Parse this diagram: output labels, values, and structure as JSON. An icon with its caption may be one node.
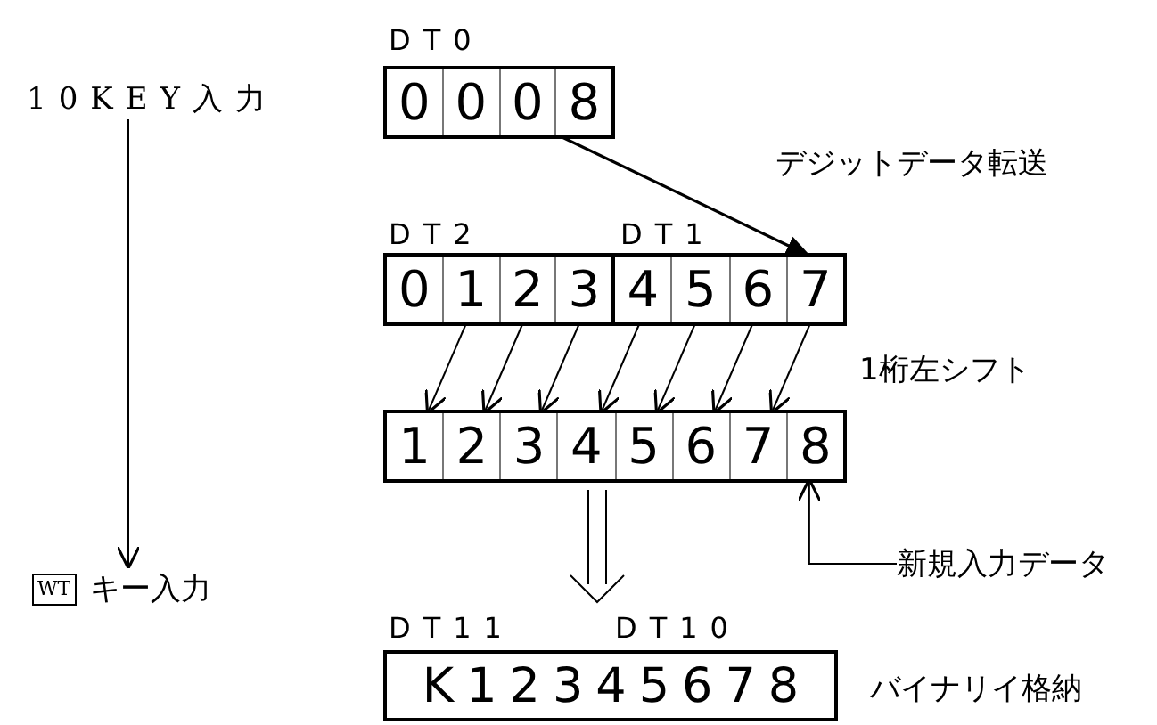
{
  "diagram": {
    "nodes": [
      {
        "text": [
          "10KEY入力"
        ]
      },
      {
        "text": [
          "WT",
          "キー入力"
        ]
      },
      {
        "text": [
          "DT0"
        ]
      },
      {
        "text": [
          "0"
        ],
        "in": 2
      },
      {
        "text": [
          "0"
        ],
        "in": 2
      },
      {
        "text": [
          "0"
        ],
        "in": 2
      },
      {
        "text": [
          "8"
        ],
        "in": 2
      },
      {
        "text": [
          "DT2"
        ]
      },
      {
        "text": [
          "0"
        ],
        "in": 7
      },
      {
        "text": [
          "1"
        ],
        "in": 7
      },
      {
        "text": [
          "2"
        ],
        "in": 7
      },
      {
        "text": [
          "3"
        ],
        "in": 7
      },
      {
        "text": [
          "DT1"
        ]
      },
      {
        "text": [
          "4"
        ],
        "in": 12
      },
      {
        "text": [
          "5"
        ],
        "in": 12
      },
      {
        "text": [
          "6"
        ],
        "in": 12
      },
      {
        "text": [
          "7"
        ],
        "in": 12
      },
      {
        "text": [],
        "shape": "box"
      },
      {
        "text": [
          "1"
        ],
        "in": 17
      },
      {
        "text": [
          "2"
        ],
        "in": 17
      },
      {
        "text": [
          "3"
        ],
        "in": 17
      },
      {
        "text": [
          "4"
        ],
        "in": 17
      },
      {
        "text": [
          "5"
        ],
        "in": 17
      },
      {
        "text": [
          "6"
        ],
        "in": 17
      },
      {
        "text": [
          "7"
        ],
        "in": 17
      },
      {
        "text": [
          "8"
        ],
        "in": 17
      },
      {
        "text": [
          "新規入力データ"
        ]
      },
      {
        "text": [
          "DT11",
          "DT10",
          "K12345678"
        ],
        "beside": [
          "バイナリイ格納"
        ]
      }
    ],
    "edges": [
      {
        "from": 0,
        "to": 1,
        "arrow": "to"
      },
      {
        "from": 6,
        "to": 16,
        "arrow": "to",
        "label": "デジットデータ転送"
      },
      {
        "from": 9,
        "to": 18,
        "arrow": "to"
      },
      {
        "from": 10,
        "to": 19,
        "arrow": "to"
      },
      {
        "from": 11,
        "to": 20,
        "arrow": "to"
      },
      {
        "from": 13,
        "to": 21,
        "arrow": "to"
      },
      {
        "from": 14,
        "to": 22,
        "arrow": "to"
      },
      {
        "from": 15,
        "to": 23,
        "arrow": "to"
      },
      {
        "from": 16,
        "to": 24,
        "arrow": "to"
      },
      {
        "from": 26,
        "to": 25,
        "arrow": "to"
      },
      {
        "from": 17,
        "to": 27,
        "arrow": "to"
      }
    ],
    "labels": [
      "1桁左シフト"
    ]
  }
}
